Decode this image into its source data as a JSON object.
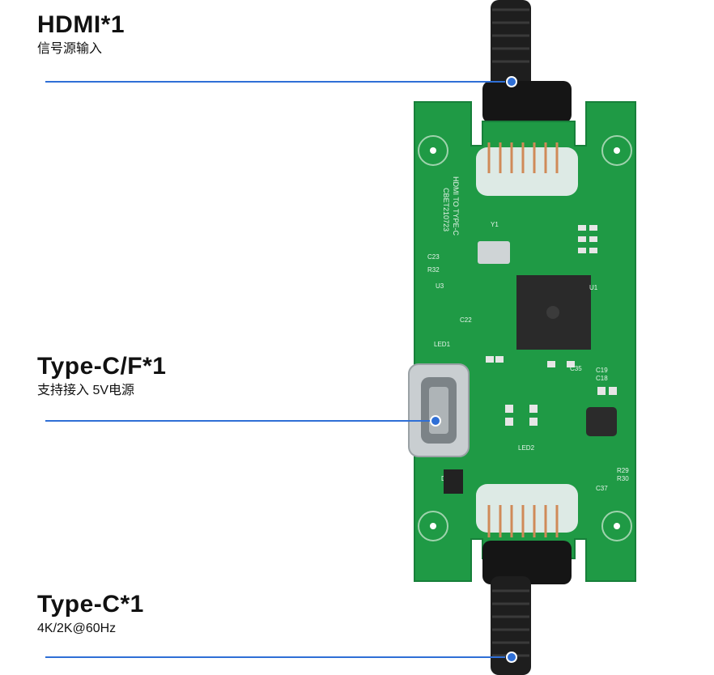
{
  "labels": [
    {
      "title": "HDMI*1",
      "sub": "信号源输入"
    },
    {
      "title": "Type-C/F*1",
      "sub": "支持接入 5V电源"
    },
    {
      "title": "Type-C*1",
      "sub": "4K/2K@60Hz"
    }
  ],
  "board": {
    "silk_title": "HDMI TO TYPE-C",
    "silk_code": "CBET210723",
    "silk_labels": [
      "Y1",
      "C23",
      "R32",
      "C22",
      "LED1",
      "C19",
      "C18",
      "C35",
      "LED2",
      "D1",
      "R29",
      "R30",
      "C37",
      "U1",
      "U3"
    ]
  },
  "colors": {
    "accent": "#2f6fd6",
    "pcb": "#1f9a45",
    "pcb_edge": "#17803a",
    "cable": "#1e1e1e",
    "chip": "#2a2a2a"
  }
}
